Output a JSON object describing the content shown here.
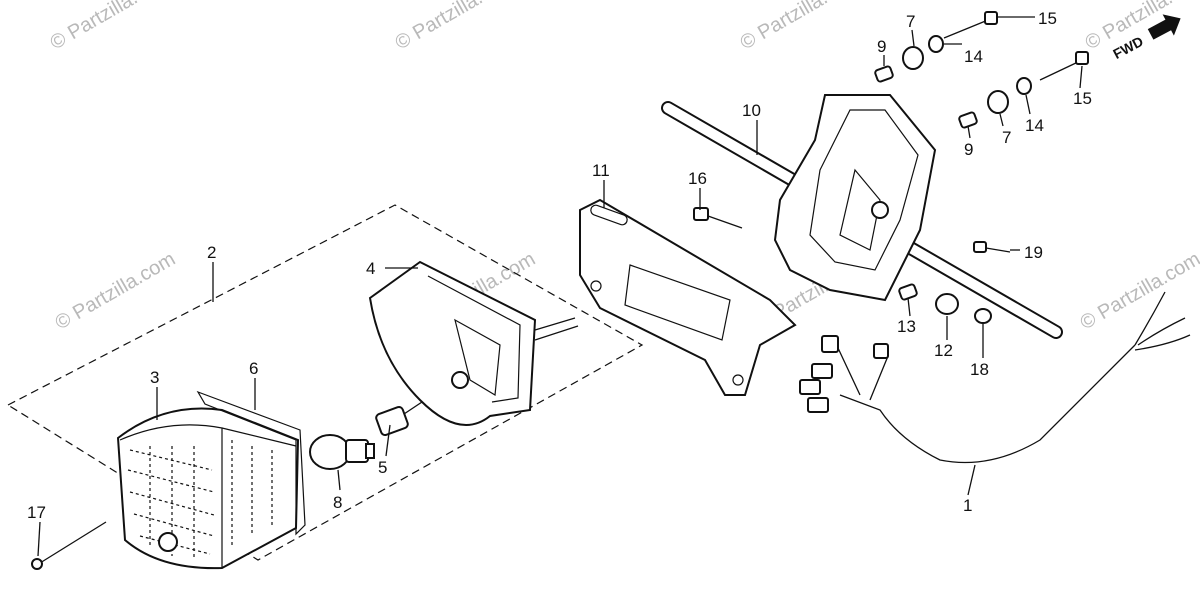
{
  "watermark": "© Partzilla.com",
  "direction_label": "FWD",
  "callouts": [
    {
      "id": "c1",
      "text": "1"
    },
    {
      "id": "c2",
      "text": "2"
    },
    {
      "id": "c3",
      "text": "3"
    },
    {
      "id": "c4",
      "text": "4"
    },
    {
      "id": "c5",
      "text": "5"
    },
    {
      "id": "c6",
      "text": "6"
    },
    {
      "id": "c7a",
      "text": "7"
    },
    {
      "id": "c7b",
      "text": "7"
    },
    {
      "id": "c8",
      "text": "8"
    },
    {
      "id": "c9a",
      "text": "9"
    },
    {
      "id": "c9b",
      "text": "9"
    },
    {
      "id": "c10",
      "text": "10"
    },
    {
      "id": "c11",
      "text": "11"
    },
    {
      "id": "c12",
      "text": "12"
    },
    {
      "id": "c13",
      "text": "13"
    },
    {
      "id": "c14a",
      "text": "14"
    },
    {
      "id": "c14b",
      "text": "14"
    },
    {
      "id": "c15a",
      "text": "15"
    },
    {
      "id": "c15b",
      "text": "15"
    },
    {
      "id": "c16",
      "text": "16"
    },
    {
      "id": "c17",
      "text": "17"
    },
    {
      "id": "c18",
      "text": "18"
    },
    {
      "id": "c19",
      "text": "19"
    }
  ]
}
